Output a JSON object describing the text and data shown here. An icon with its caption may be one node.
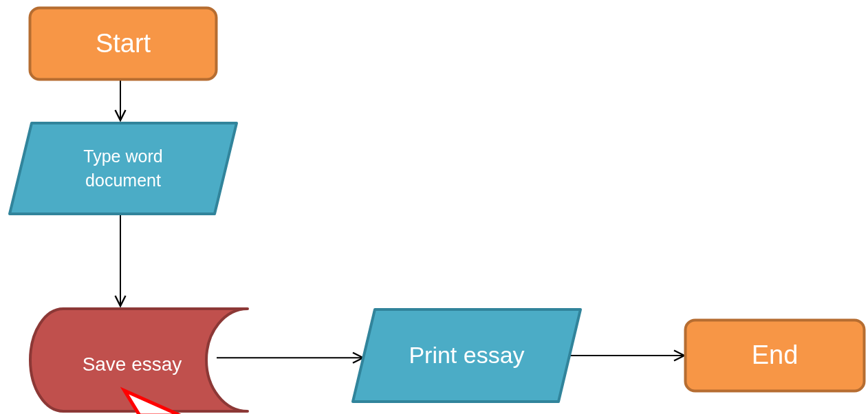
{
  "diagram": {
    "nodes": [
      {
        "text": [
          "Start"
        ]
      },
      {
        "text": [
          "Type word document"
        ]
      },
      {
        "text": [
          "Save essay"
        ]
      },
      {
        "text": [
          "Print essay"
        ]
      },
      {
        "text": [
          "End"
        ]
      }
    ],
    "edges": [
      {
        "from": 0,
        "to": 1,
        "arrow": "to"
      },
      {
        "from": 1,
        "to": 2,
        "arrow": "to"
      },
      {
        "from": 2,
        "to": 3,
        "arrow": "to"
      },
      {
        "from": 3,
        "to": 4,
        "arrow": "to"
      }
    ]
  }
}
